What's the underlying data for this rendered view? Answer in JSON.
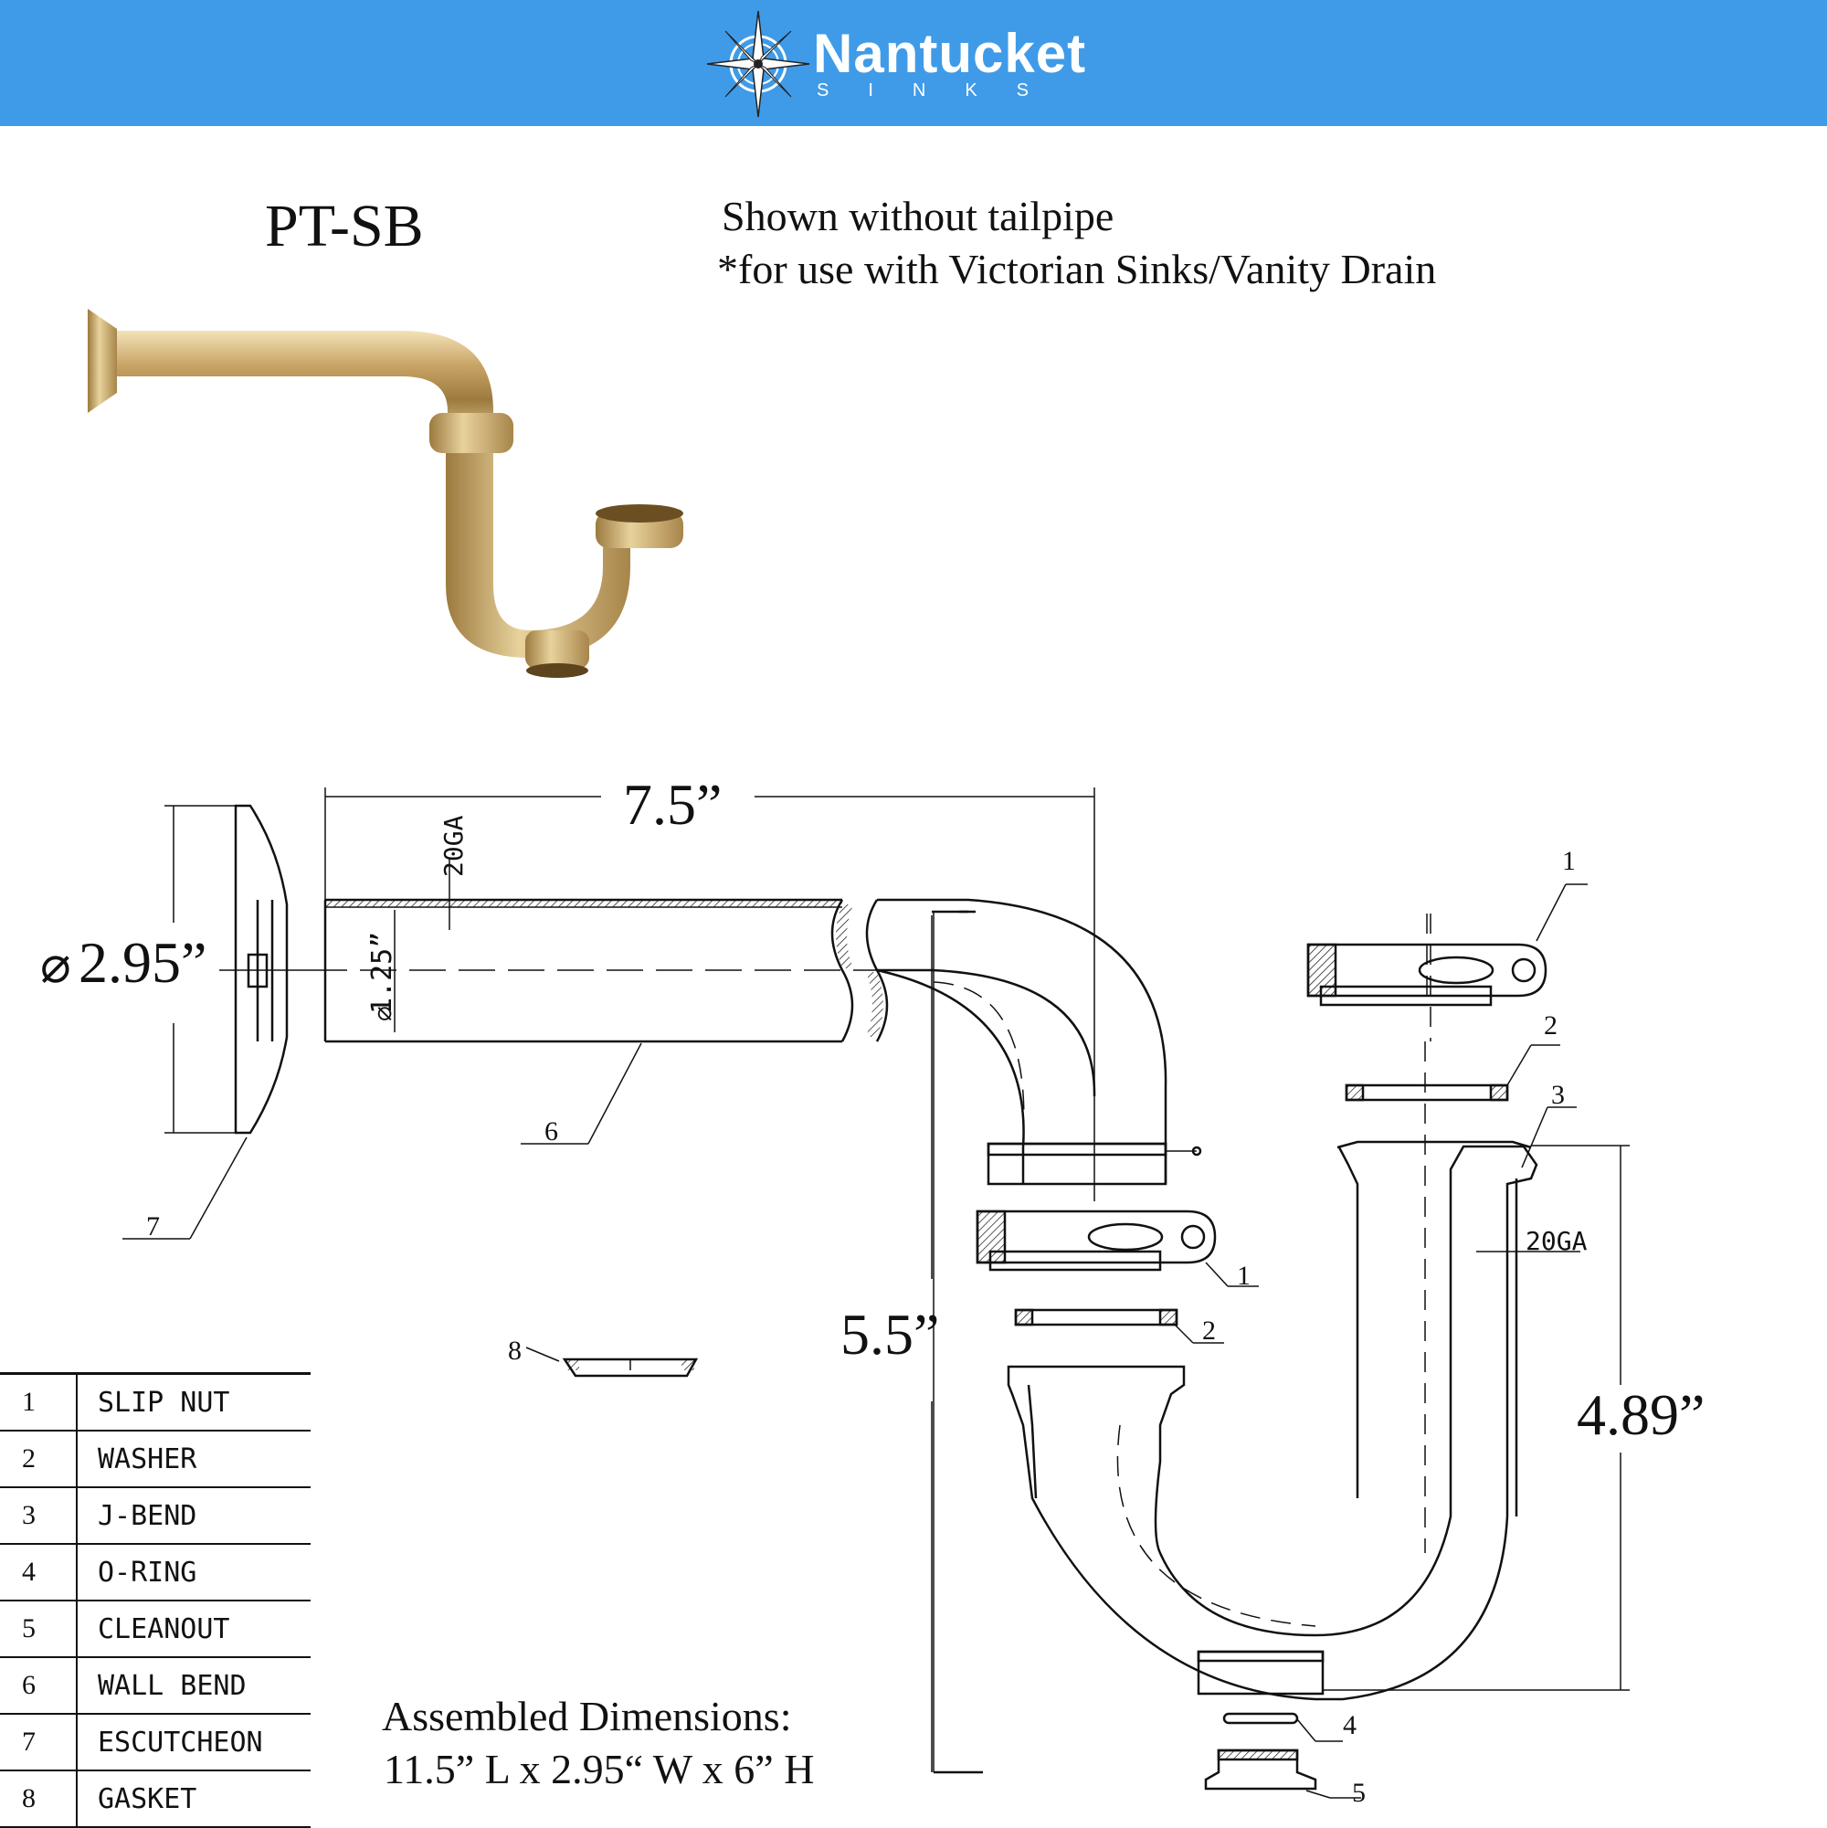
{
  "brand": {
    "name": "Nantucket",
    "sub": "SINKS"
  },
  "header": {
    "color": "#3f9be8"
  },
  "icons": {
    "logo": "compass-rose-icon"
  },
  "model": "PT-SB",
  "notes": [
    "Shown without  tailpipe",
    "*for use with Victorian Sinks/Vanity Drain"
  ],
  "dimensions": {
    "length": "7.5”",
    "diameter": "2.95”",
    "inner_diameter": "1.25”",
    "height": "5.5”",
    "jbend_height": "4.89”",
    "gauge": "20GA"
  },
  "callouts": [
    "1",
    "2",
    "3",
    "4",
    "5",
    "6",
    "7",
    "8"
  ],
  "parts": [
    {
      "no": "1",
      "name": "SLIP NUT"
    },
    {
      "no": "2",
      "name": "WASHER"
    },
    {
      "no": "3",
      "name": "J-BEND"
    },
    {
      "no": "4",
      "name": "O-RING"
    },
    {
      "no": "5",
      "name": "CLEANOUT"
    },
    {
      "no": "6",
      "name": "WALL BEND"
    },
    {
      "no": "7",
      "name": "ESCUTCHEON"
    },
    {
      "no": "8",
      "name": "GASKET"
    }
  ],
  "assembled": {
    "title": "Assembled Dimensions:",
    "value": "11.5” L x 2.95“ W x 6” H"
  }
}
